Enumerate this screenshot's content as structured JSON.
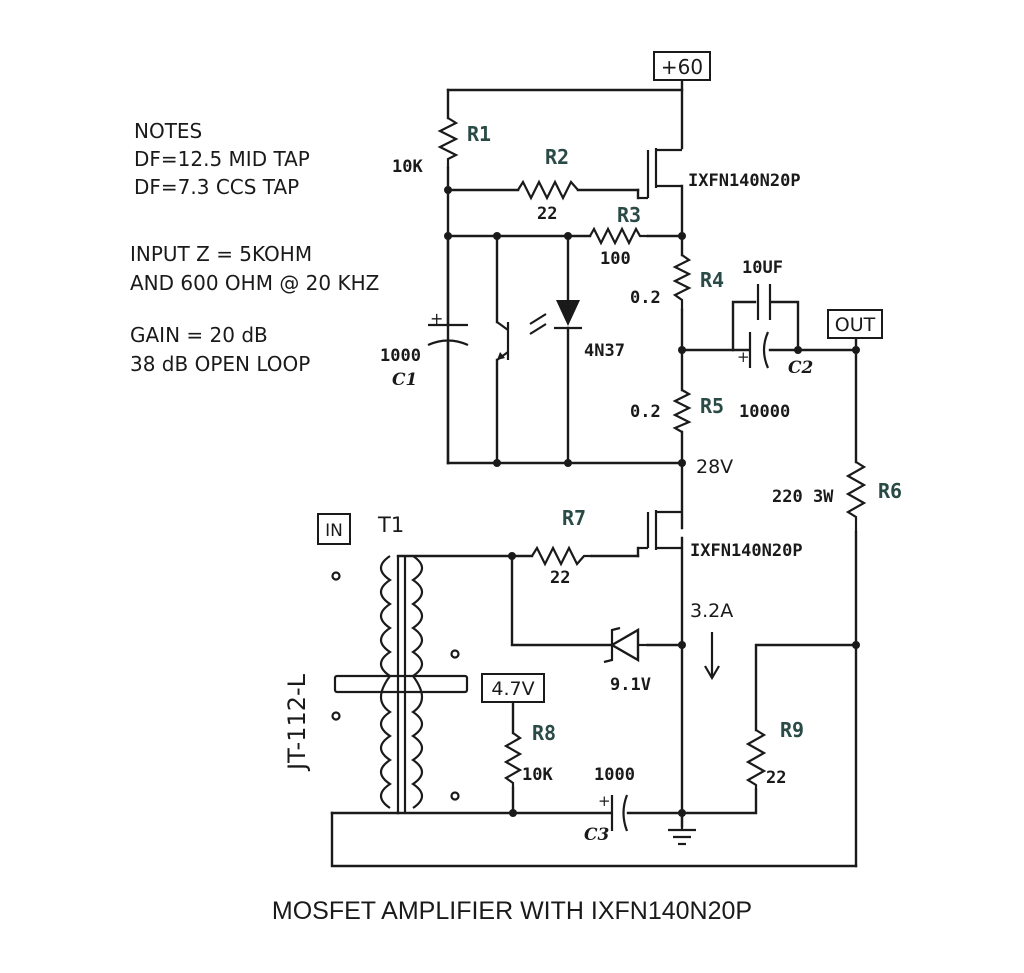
{
  "title": "MOSFET AMPLIFIER WITH IXFN140N20P",
  "notes": [
    "NOTES",
    "DF=12.5 MID TAP",
    "DF=7.3 CCS TAP",
    "INPUT Z = 5KOHM",
    "AND 600 OHM @ 20 KHZ",
    "GAIN = 20 dB",
    "38 dB OPEN LOOP"
  ],
  "rails": {
    "supply": "+60",
    "output": "OUT",
    "input": "IN",
    "bias": "4.7V",
    "mid_node": "28V"
  },
  "current": "3.2A",
  "transformer": {
    "ref": "T1",
    "part": "JT-112-L"
  },
  "mosfets": [
    {
      "part": "IXFN140N20P"
    },
    {
      "part": "IXFN140N20P"
    }
  ],
  "optocoupler": "4N37",
  "zener": "9.1V",
  "resistors": [
    {
      "ref": "R1",
      "value": "10K"
    },
    {
      "ref": "R2",
      "value": "22"
    },
    {
      "ref": "R3",
      "value": "100"
    },
    {
      "ref": "R4",
      "value": "0.2"
    },
    {
      "ref": "R5",
      "value": "0.2"
    },
    {
      "ref": "R6",
      "value": "220 3W"
    },
    {
      "ref": "R7",
      "value": "22"
    },
    {
      "ref": "R8",
      "value": "10K"
    },
    {
      "ref": "R9",
      "value": "22"
    }
  ],
  "capacitors": [
    {
      "ref": "C1",
      "value": "1000"
    },
    {
      "ref": "C2",
      "value": "10UF",
      "value2": "10000"
    },
    {
      "ref": "C3",
      "value": "1000"
    }
  ],
  "colors": {
    "ink": "#1a1a1a",
    "ref_labels": "#2a4a45",
    "background": "#ffffff"
  }
}
